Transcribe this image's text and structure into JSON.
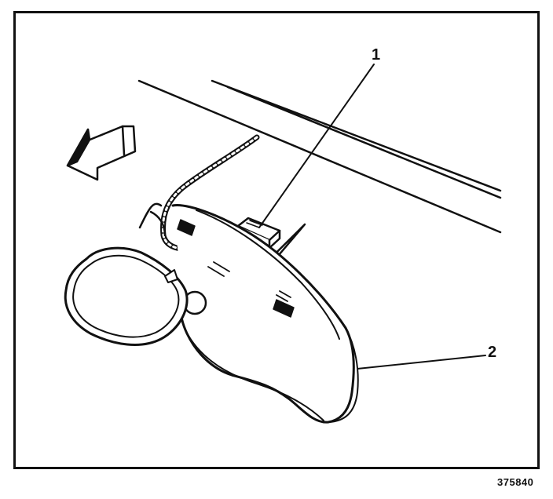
{
  "callouts": {
    "one": "1",
    "two": "2"
  },
  "figure_id": "375840",
  "colors": {
    "ink": "#111111",
    "paper": "#ffffff"
  }
}
